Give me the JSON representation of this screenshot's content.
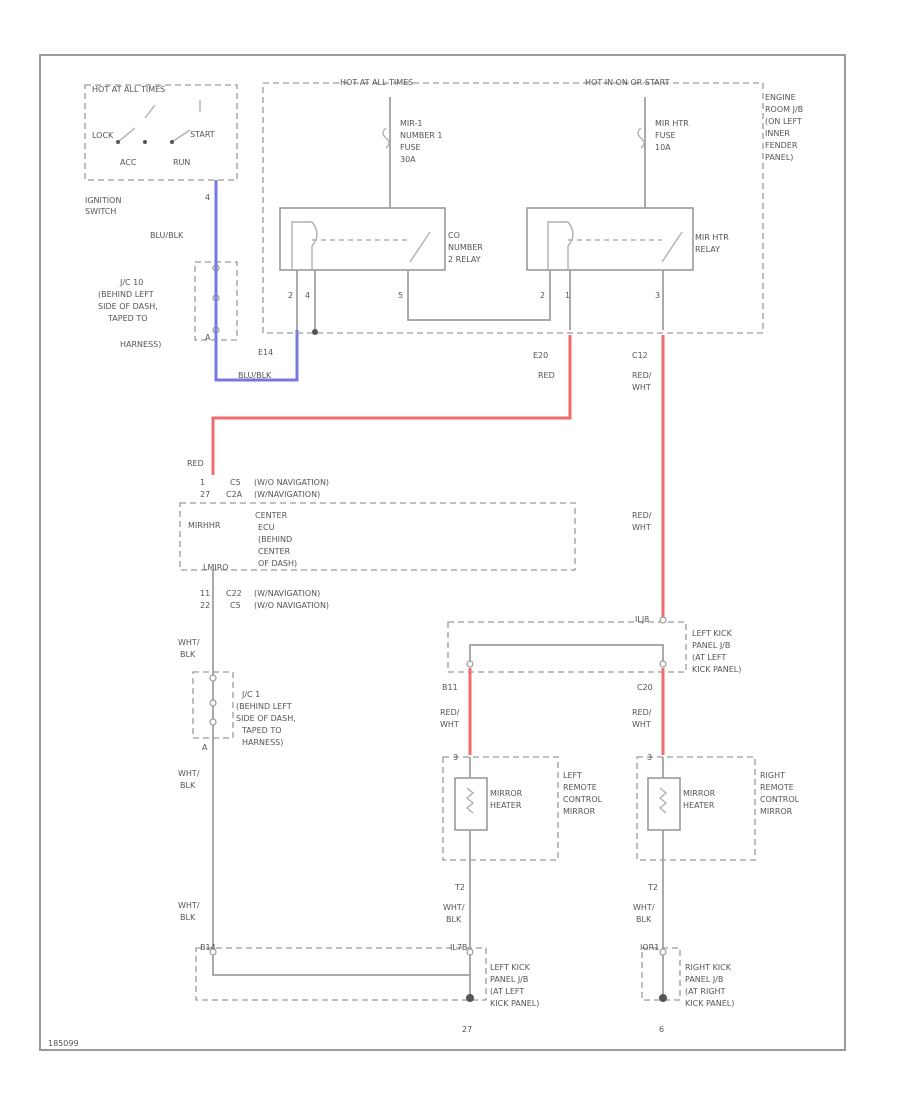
{
  "colors": {
    "ignition_wire": "#7878dc",
    "power_wire": "#f06c6c",
    "ground": "#555555",
    "frame": "#9a9a9a"
  },
  "diagram_id": "185099",
  "ignition": {
    "hot_label": "HOT AT ALL TIMES",
    "lock": "LOCK",
    "acc": "ACC",
    "run": "RUN",
    "start": "START",
    "name": [
      "IGNITION",
      "SWITCH"
    ],
    "pin": "4",
    "wire": "BLU/BLK"
  },
  "jc10": {
    "lines": [
      "J/C 10",
      "(BEHIND LEFT",
      "SIDE OF DASH,",
      "TAPED TO",
      "HARNESS)"
    ],
    "pin": "A"
  },
  "power_box": {
    "left_label": "HOT AT ALL TIMES",
    "right_label": "HOT IN ON OR START",
    "location": [
      "ENGINE",
      "ROOM J/B",
      "(ON LEFT",
      "INNER",
      "FENDER",
      "PANEL)"
    ],
    "fuse1": [
      "MIR-1",
      "NUMBER 1",
      "FUSE",
      "30A"
    ],
    "fuse2": [
      "MIR HTR",
      "FUSE",
      "10A"
    ],
    "relay1": [
      "CO",
      "NUMBER",
      "2 RELAY"
    ],
    "relay2": [
      "MIR HTR",
      "RELAY"
    ],
    "relay1_pins": [
      "2",
      "4",
      "5"
    ],
    "relay2_pins": [
      "2",
      "1",
      "3"
    ],
    "bottom_conn": "E14"
  },
  "wires": {
    "e14_wire": "BLU/BLK",
    "e20": "E20",
    "red": "RED",
    "c12": "C12",
    "red_wht": [
      "RED/",
      "WHT"
    ]
  },
  "center_ecu": {
    "top_wire": "RED",
    "conns_top": [
      [
        "1",
        "C5",
        "(W/O NAVIGATION)"
      ],
      [
        "27",
        "C2A",
        "(W/NAVIGATION)"
      ]
    ],
    "term_top": "MIRHHR",
    "name": [
      "CENTER",
      "ECU",
      "(BEHIND",
      "CENTER",
      "OF DASH)"
    ],
    "term_bottom": "LMIRO",
    "conns_bottom": [
      [
        "11",
        "C22",
        "(W/NAVIGATION)"
      ],
      [
        "22",
        "C5",
        "(W/O NAVIGATION)"
      ]
    ]
  },
  "ground_path": {
    "wht_blk": [
      "WHT/",
      "BLK"
    ],
    "jc1": {
      "lines": [
        "J/C 1",
        "(BEHIND LEFT",
        "SIDE OF DASH,",
        "TAPED TO",
        "HARNESS)"
      ],
      "pin": "A"
    },
    "wht_blk2": [
      "WHT/",
      "BLK"
    ],
    "wht_blk3": [
      "WHT/",
      "BLK"
    ],
    "b14": "B14"
  },
  "left_kick": {
    "conn_top": "ILJ8",
    "lines": [
      "LEFT KICK",
      "PANEL J/B",
      "(AT LEFT",
      "KICK PANEL)"
    ],
    "b11": "B11",
    "c20": "C20",
    "red_wht_l": [
      "RED/",
      "WHT"
    ],
    "red_wht_r": [
      "RED/",
      "WHT"
    ]
  },
  "mirrors": {
    "left": {
      "pin_top": "3",
      "heater": [
        "MIRROR",
        "HEATER"
      ],
      "name": [
        "LEFT",
        "REMOTE",
        "CONTROL",
        "MIRROR"
      ],
      "conn": "T2",
      "wire": [
        "WHT/",
        "BLK"
      ]
    },
    "right": {
      "pin_top": "3",
      "heater": [
        "MIRROR",
        "HEATER"
      ],
      "name": [
        "RIGHT",
        "REMOTE",
        "CONTROL",
        "MIRROR"
      ],
      "conn": "T2",
      "wire": [
        "WHT/",
        "BLK"
      ]
    }
  },
  "ground_boxes": {
    "left": {
      "conn": "IL7B",
      "lines": [
        "LEFT KICK",
        "PANEL J/B",
        "(AT LEFT",
        "KICK PANEL)"
      ],
      "pin": "27"
    },
    "right": {
      "conn": "IOR1",
      "lines": [
        "RIGHT KICK",
        "PANEL J/B",
        "(AT RIGHT",
        "KICK PANEL)"
      ],
      "pin": "6"
    }
  }
}
